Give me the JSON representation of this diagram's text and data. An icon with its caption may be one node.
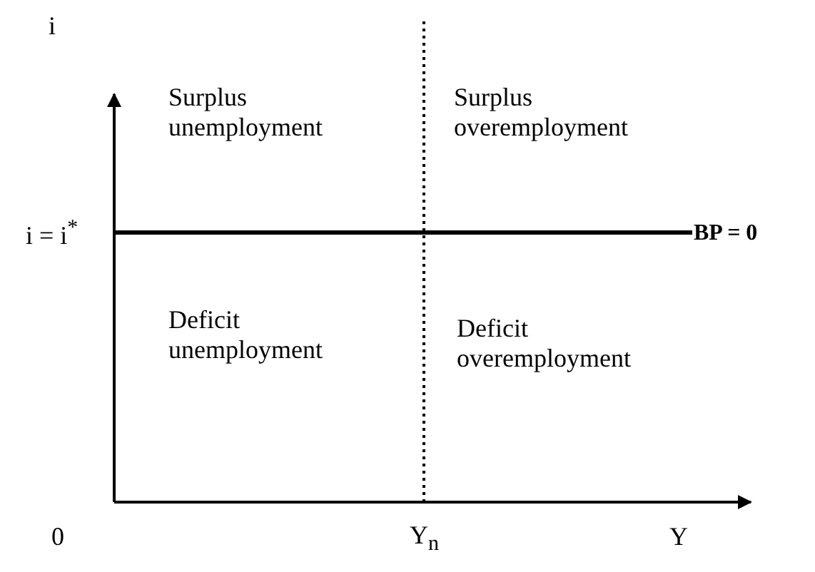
{
  "diagram": {
    "labels": [
      "i",
      "i = i$^{*}$",
      "Surplus unemployment",
      "Surplus overemployment",
      "BP = 0",
      "Deficit unemployment",
      "Deficit overemployment",
      "0",
      "Y$_{n}$",
      "Y"
    ]
  }
}
